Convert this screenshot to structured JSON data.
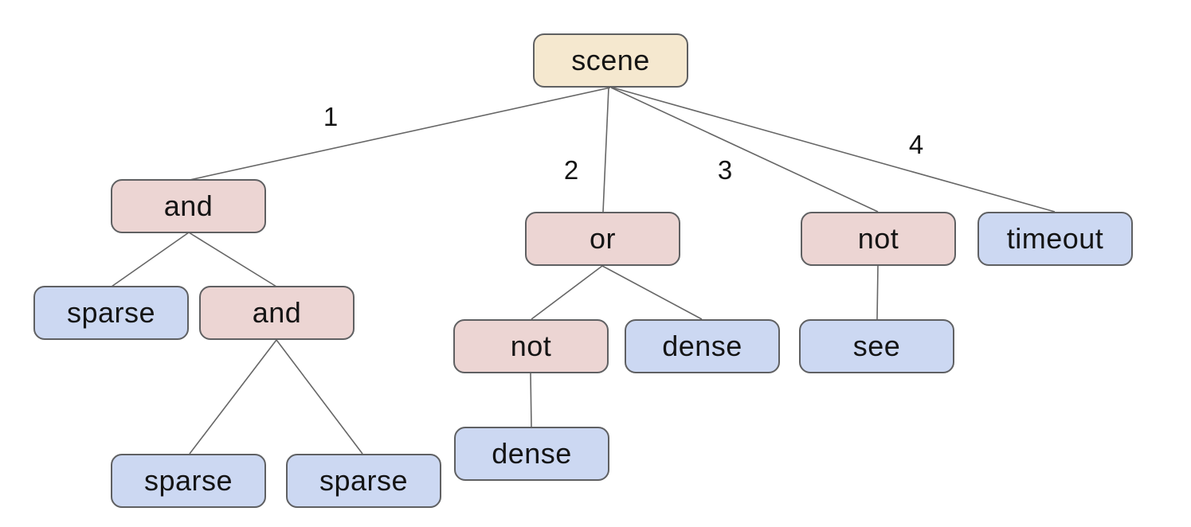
{
  "colors": {
    "tan": "#f5e8cf",
    "pink": "#ecd5d3",
    "blue": "#ccd8f2",
    "border": "#5f6062",
    "edge": "#666666",
    "text": "#141414"
  },
  "nodes": [
    {
      "id": "scene",
      "label": "scene",
      "fill": "tan",
      "parent": null
    },
    {
      "id": "and-1",
      "label": "and",
      "fill": "pink",
      "parent": "scene",
      "edge_label": "1"
    },
    {
      "id": "or",
      "label": "or",
      "fill": "pink",
      "parent": "scene",
      "edge_label": "2"
    },
    {
      "id": "not-1",
      "label": "not",
      "fill": "pink",
      "parent": "scene",
      "edge_label": "3"
    },
    {
      "id": "timeout",
      "label": "timeout",
      "fill": "blue",
      "parent": "scene",
      "edge_label": "4"
    },
    {
      "id": "sparse-1",
      "label": "sparse",
      "fill": "blue",
      "parent": "and-1"
    },
    {
      "id": "and-2",
      "label": "and",
      "fill": "pink",
      "parent": "and-1"
    },
    {
      "id": "not-2",
      "label": "not",
      "fill": "pink",
      "parent": "or"
    },
    {
      "id": "dense-1",
      "label": "dense",
      "fill": "blue",
      "parent": "or"
    },
    {
      "id": "see",
      "label": "see",
      "fill": "blue",
      "parent": "not-1"
    },
    {
      "id": "sparse-2",
      "label": "sparse",
      "fill": "blue",
      "parent": "and-2"
    },
    {
      "id": "sparse-3",
      "label": "sparse",
      "fill": "blue",
      "parent": "and-2"
    },
    {
      "id": "dense-2",
      "label": "dense",
      "fill": "blue",
      "parent": "not-2"
    }
  ]
}
